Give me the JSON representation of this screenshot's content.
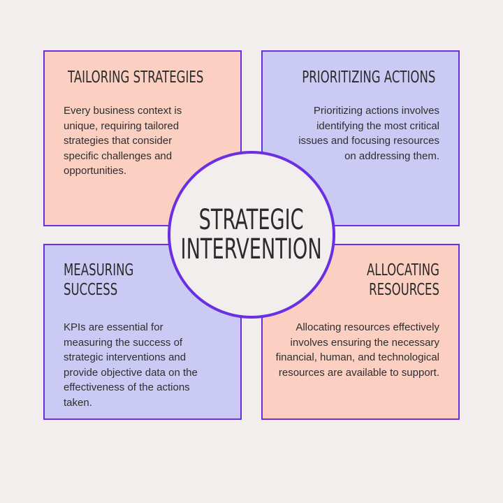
{
  "center": {
    "title_line1": "STRATEGIC",
    "title_line2": "INTERVENTION"
  },
  "panels": [
    {
      "id": "tailoring",
      "heading": "TAILORING STRATEGIES",
      "body": "Every business context is unique, requiring tailored strategies that consider specific challenges and opportunities."
    },
    {
      "id": "prioritizing",
      "heading": "PRIORITIZING ACTIONS",
      "body": "Prioritizing actions involves identifying the most critical issues and focusing resources on addressing them."
    },
    {
      "id": "measuring",
      "heading_line1": "MEASURING",
      "heading_line2": "SUCCESS",
      "body": "KPIs are essential for measuring the success of strategic interventions and provide objective data on the effectiveness of the actions taken."
    },
    {
      "id": "allocating",
      "heading_line1": "ALLOCATING",
      "heading_line2": "RESOURCES",
      "body": "Allocating resources effectively involves ensuring the necessary financial, human, and technological resources are available to support."
    }
  ],
  "colors": {
    "background": "#f1eeed",
    "peach": "#fbcfc1",
    "lavender": "#cbcaf4",
    "border": "#6a2fe0",
    "text": "#2b2b2b"
  }
}
